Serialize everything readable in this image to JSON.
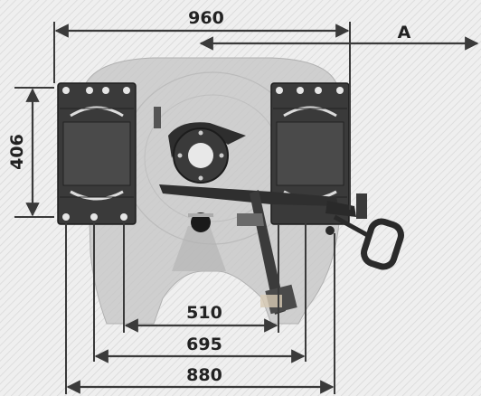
{
  "dimensions": {
    "top_width": "960",
    "reference": "A",
    "height": "406",
    "inner_510": "510",
    "mid_695": "695",
    "outer_880": "880"
  },
  "colors": {
    "background": "#efefef",
    "hatch": "#d6d6d6",
    "plate": "#c9c9c9",
    "bracket": "#2b2b2b",
    "dim_line": "#3a3a3a"
  }
}
